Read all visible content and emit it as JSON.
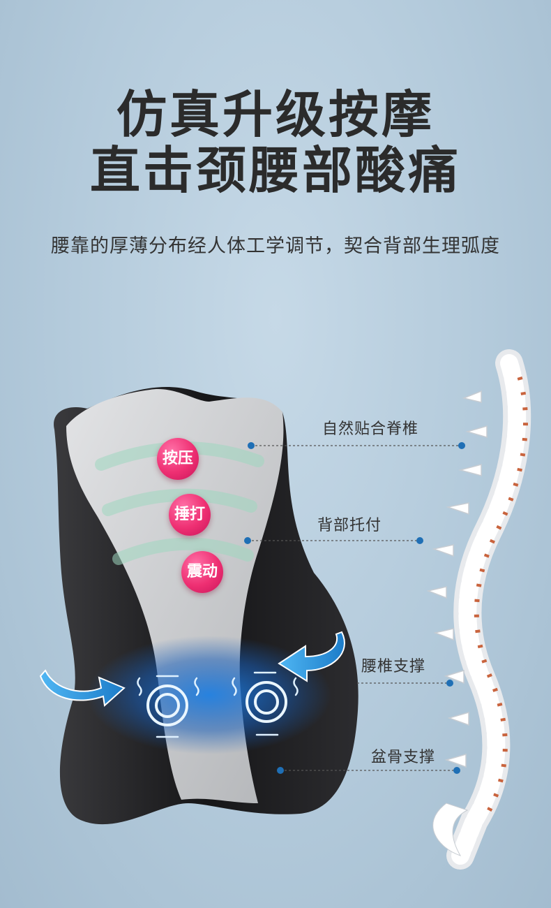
{
  "headline": {
    "line1": "仿真升级按摩",
    "line2": "直击颈腰部酸痛"
  },
  "subtitle": "腰靠的厚薄分布经人体工学调节，契合背部生理弧度",
  "features": {
    "press": "按压",
    "tap": "捶打",
    "vibrate": "震动"
  },
  "callouts": {
    "spine_fit": "自然贴合脊椎",
    "back_support": "背部托付",
    "lumbar_support": "腰椎支撑",
    "pelvis_support": "盆骨支撑"
  },
  "colors": {
    "badge": "#ee2f72",
    "arrow": "#2a8fd6",
    "cushion_dark": "#1d1d1f",
    "cushion_light": "#c9cacc",
    "dot": "#1f6fb5"
  }
}
